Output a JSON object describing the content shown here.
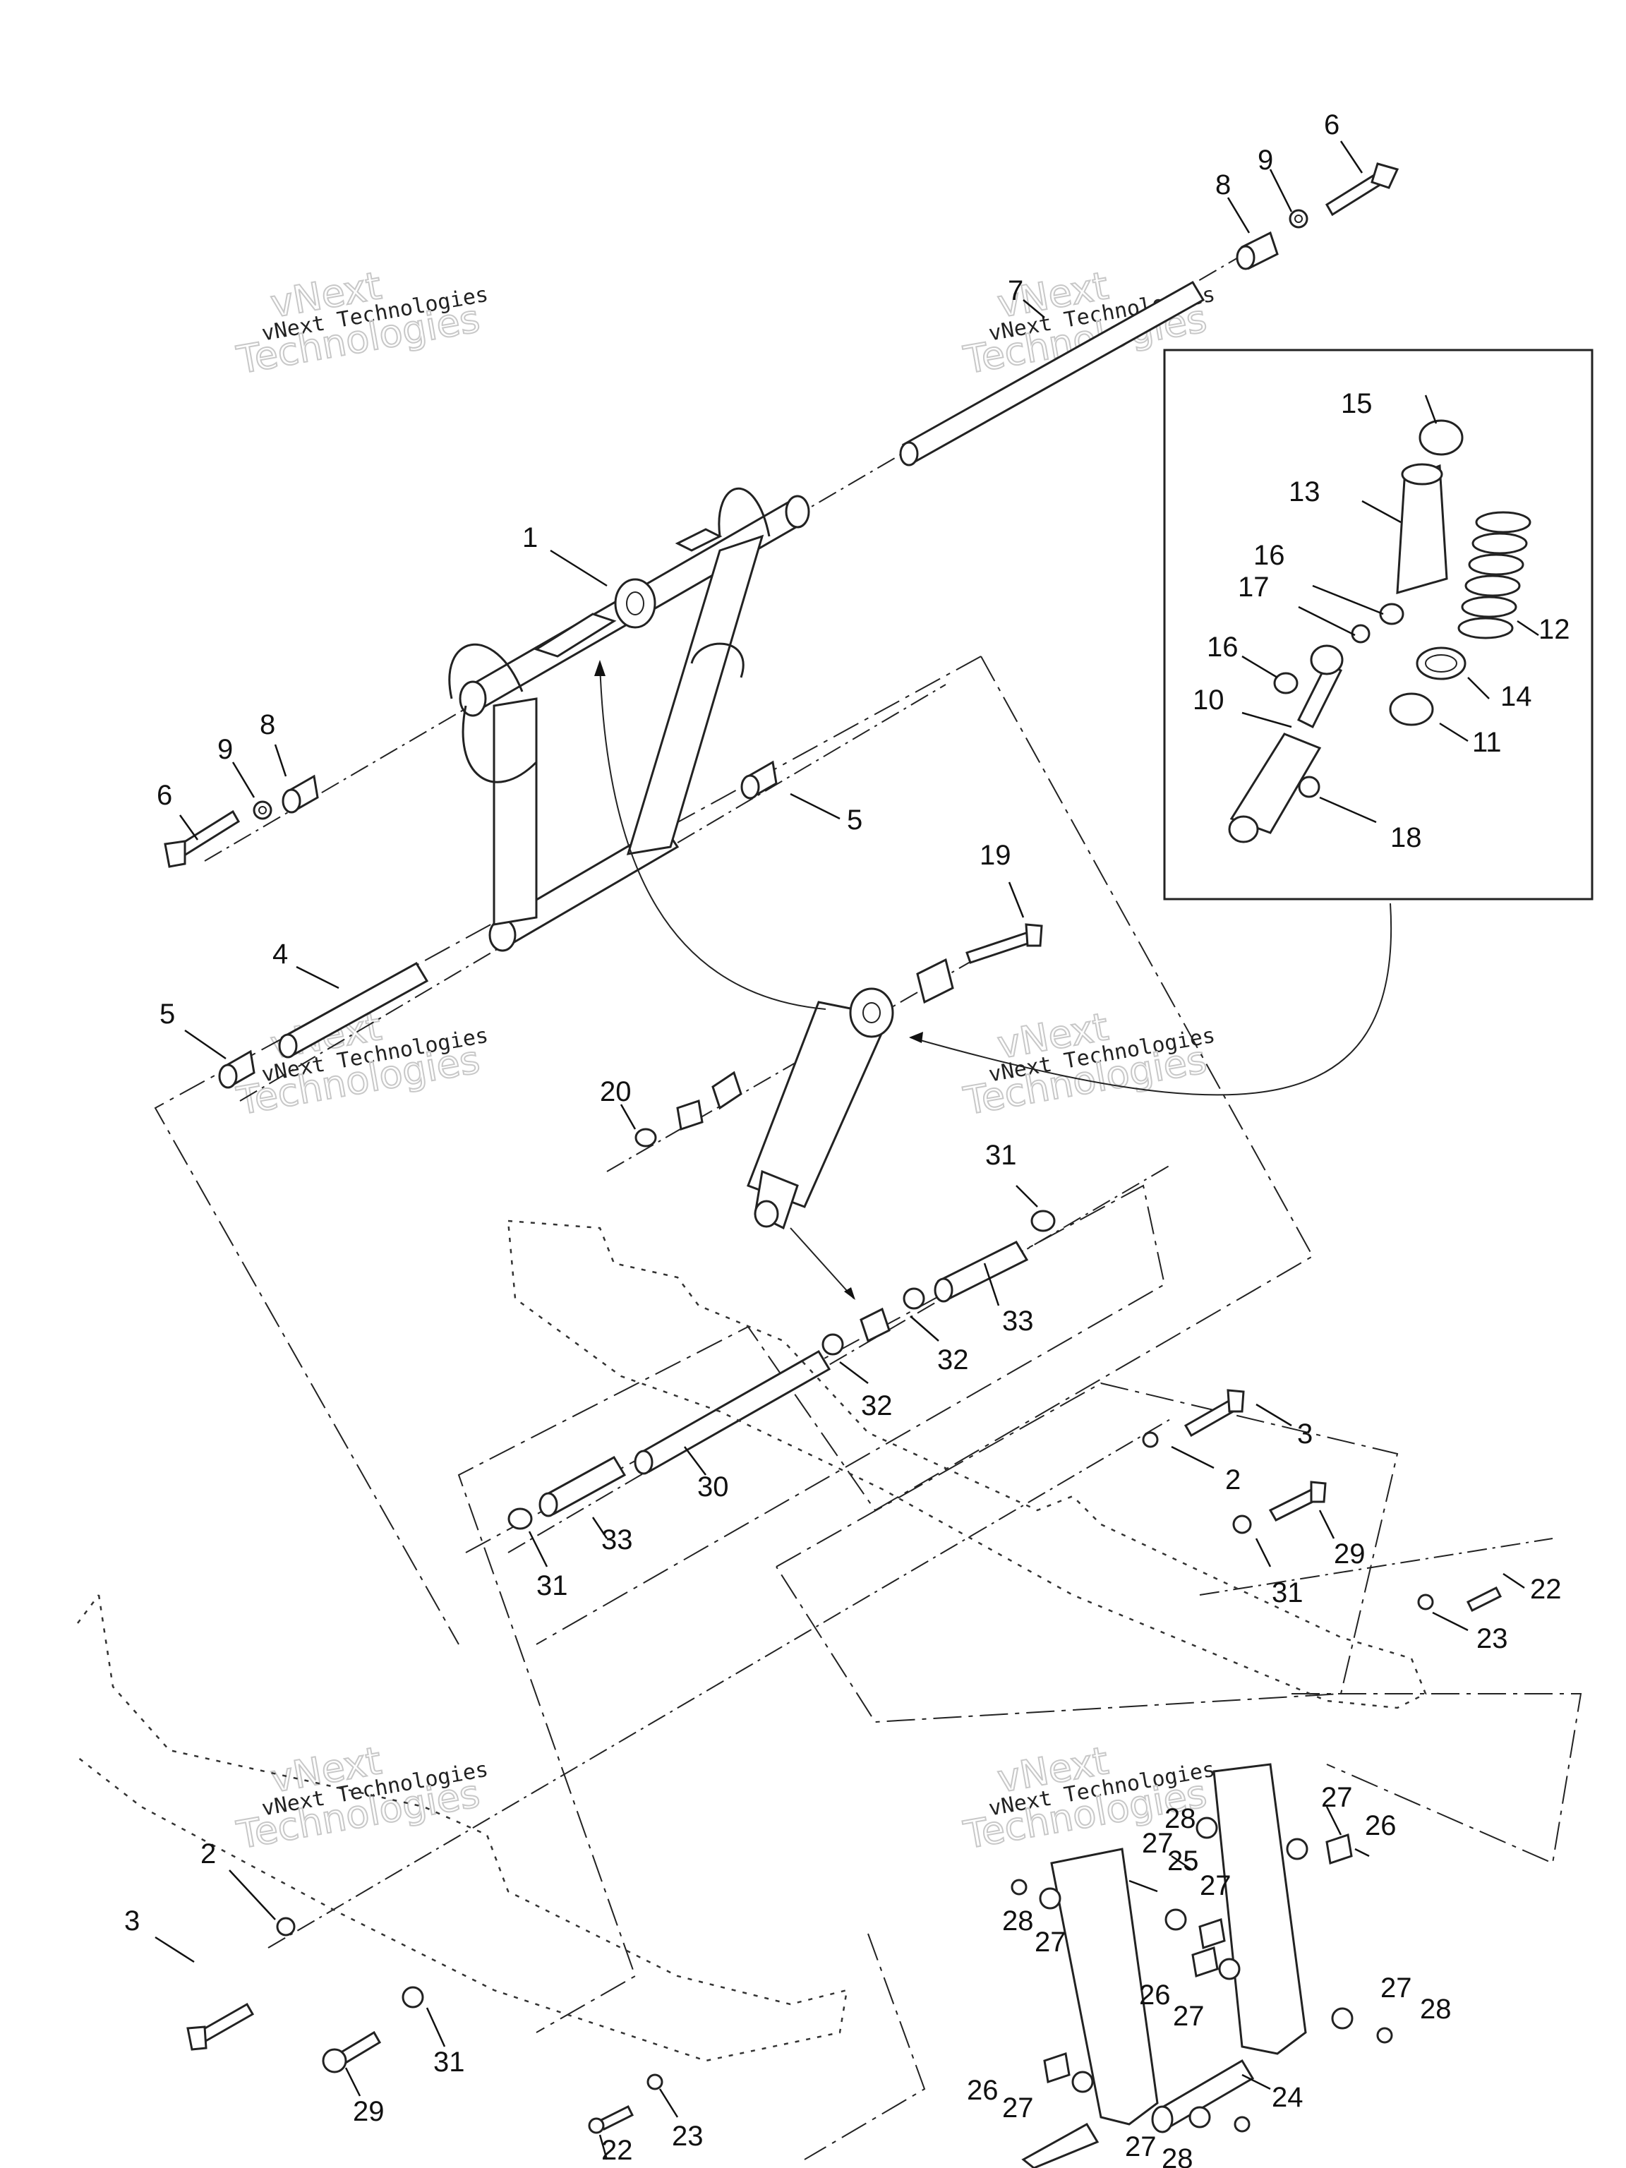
{
  "watermark": {
    "line1": "vNext Technologies",
    "line2": "vNext",
    "line3": "Technologies"
  },
  "callouts": {
    "c1": "1",
    "c2a": "2",
    "c2b": "2",
    "c3a": "3",
    "c3b": "3",
    "c4": "4",
    "c5a": "5",
    "c5b": "5",
    "c6a": "6",
    "c6b": "6",
    "c7": "7",
    "c8a": "8",
    "c8b": "8",
    "c9a": "9",
    "c9b": "9",
    "c10": "10",
    "c11": "11",
    "c12": "12",
    "c13": "13",
    "c14": "14",
    "c15": "15",
    "c16a": "16",
    "c16b": "16",
    "c17": "17",
    "c18": "18",
    "c19": "19",
    "c20": "20",
    "c22a": "22",
    "c22b": "22",
    "c23a": "23",
    "c23b": "23",
    "c24": "24",
    "c25": "25",
    "c26a": "26",
    "c26b": "26",
    "c26c": "26",
    "c27a": "27",
    "c27b": "27",
    "c27c": "27",
    "c27d": "27",
    "c27e": "27",
    "c27f": "27",
    "c27g": "27",
    "c27h": "27",
    "c28a": "28",
    "c28b": "28",
    "c28c": "28",
    "c28d": "28",
    "c29a": "29",
    "c29b": "29",
    "c30": "30",
    "c31a": "31",
    "c31b": "31",
    "c31c": "31",
    "c31d": "31",
    "c32a": "32",
    "c32b": "32",
    "c33a": "33",
    "c33b": "33"
  }
}
